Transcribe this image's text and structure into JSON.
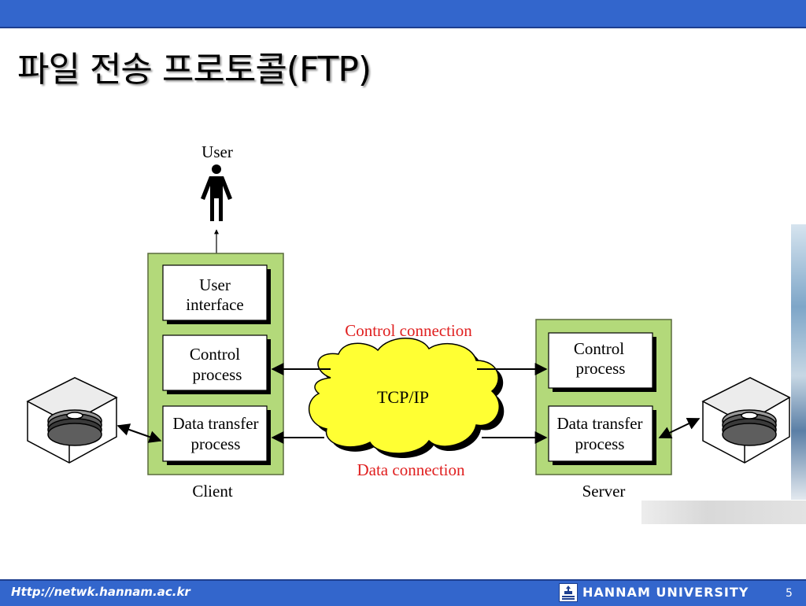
{
  "title": "파일 전송 프로토콜(FTP)",
  "diagram": {
    "user_label": "User",
    "client": {
      "label": "Client",
      "user_interface": [
        "User",
        "interface"
      ],
      "control_process": [
        "Control",
        "process"
      ],
      "data_transfer_process": [
        "Data transfer",
        "process"
      ]
    },
    "server": {
      "label": "Server",
      "control_process": [
        "Control",
        "process"
      ],
      "data_transfer_process": [
        "Data transfer",
        "process"
      ]
    },
    "network": {
      "label": "TCP/IP",
      "control_connection": "Control connection",
      "data_connection": "Data connection"
    }
  },
  "footer": {
    "url": "Http://netwk.hannam.ac.kr",
    "university": "HANNAM UNIVERSITY",
    "page_number": "5"
  },
  "colors": {
    "bar_blue": "#3366cc",
    "box_green": "#b3d97a",
    "cloud_yellow": "#ffff33",
    "connection_red": "#e02020"
  }
}
